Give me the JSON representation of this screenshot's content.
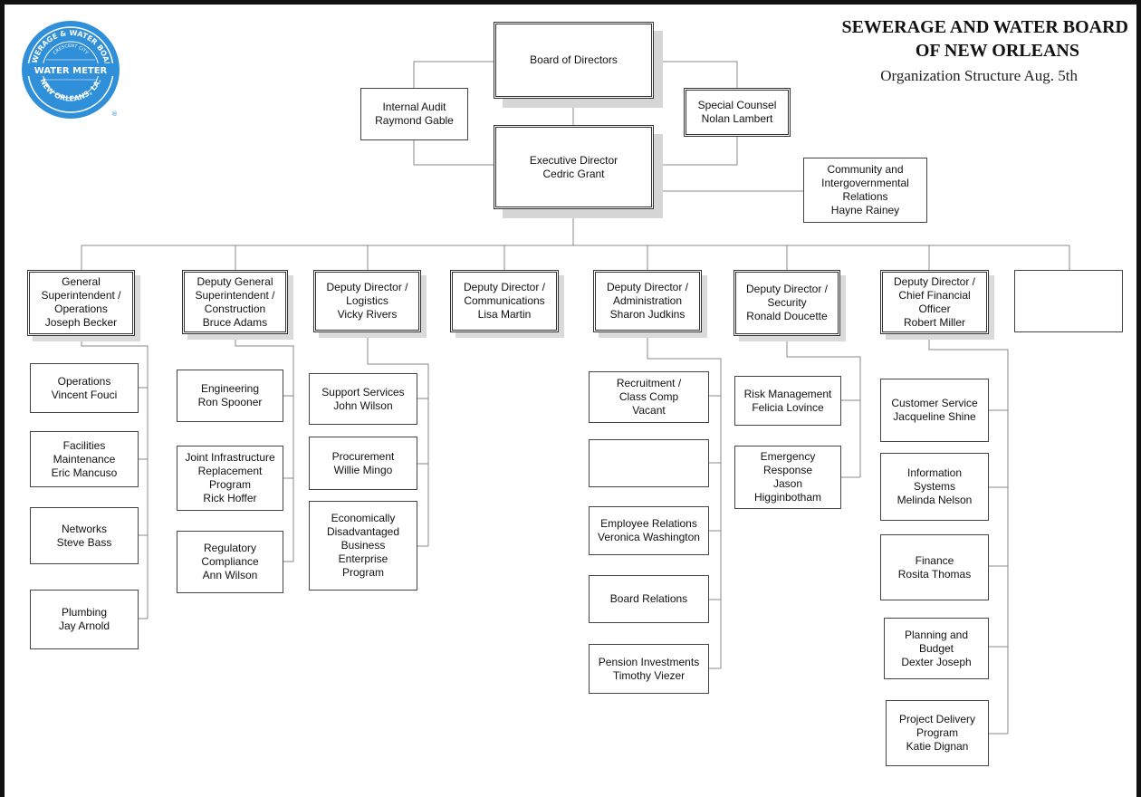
{
  "header": {
    "title_line1": "SEWERAGE AND WATER BOARD",
    "title_line2": "OF NEW ORLEANS",
    "subtitle": "Organization Structure Aug. 5th"
  },
  "logo": {
    "ring_top": "SEWERAGE & WATER BOARD",
    "center": "WATER METER",
    "ring_bottom": "NEW ORLEANS, LA.",
    "inner_top": "CRESCENT CITY",
    "mark": "®",
    "color": "#2f8fd8"
  },
  "nodes": {
    "board": "Board of Directors",
    "audit": "Internal Audit\nRaymond Gable",
    "counsel": "Special Counsel\nNolan Lambert",
    "exec": "Executive Director\nCedric Grant",
    "community": "Community and\nIntergovernmental\nRelations\nHayne Rainey",
    "d1": "General\nSuperintendent /\nOperations\nJoseph Becker",
    "d2": "Deputy General\nSuperintendent /\nConstruction\nBruce Adams",
    "d3": "Deputy Director /\nLogistics\nVicky Rivers",
    "d4": "Deputy Director /\nCommunications\nLisa Martin",
    "d5": "Deputy Director /\nAdministration\nSharon Judkins",
    "d6": "Deputy Director /\nSecurity\nRonald Doucette",
    "d7": "Deputy Director /\nChief Financial\nOfficer\nRobert Miller",
    "d8": "",
    "s1a": "Operations\nVincent Fouci",
    "s1b": "Facilities\nMaintenance\nEric Mancuso",
    "s1c": "Networks\nSteve Bass",
    "s1d": "Plumbing\nJay Arnold",
    "s2a": "Engineering\nRon Spooner",
    "s2b": "Joint Infrastructure\nReplacement\nProgram\nRick Hoffer",
    "s2c": "Regulatory\nCompliance\nAnn Wilson",
    "s3a": "Support Services\nJohn Wilson",
    "s3b": "Procurement\nWillie Mingo",
    "s3c": "Economically\nDisadvantaged\nBusiness\nEnterprise\nProgram",
    "s5a": "Recruitment /\nClass Comp\nVacant",
    "s5b": "",
    "s5c": "Employee Relations\nVeronica Washington",
    "s5d": "Board Relations",
    "s5e": "Pension Investments\nTimothy Viezer",
    "s6a": "Risk Management\nFelicia Lovince",
    "s6b": "Emergency\nResponse\nJason\nHigginbotham",
    "s7a": "Customer Service\nJacqueline Shine",
    "s7b": "Information\nSystems\nMelinda Nelson",
    "s7c": "Finance\nRosita Thomas",
    "s7d": "Planning and\nBudget\nDexter Joseph",
    "s7e": "Project Delivery\nProgram\nKatie Dignan"
  }
}
